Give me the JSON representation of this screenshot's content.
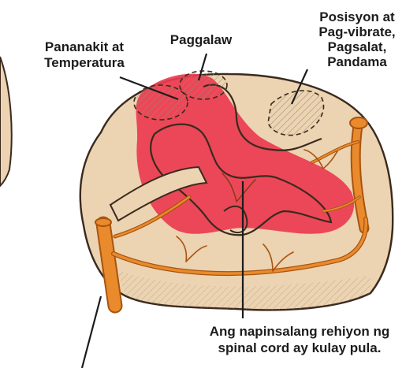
{
  "labels": {
    "pain_temperature": "Pananakit at\nTemperatura",
    "movement": "Paggalaw",
    "position_vibration": "Posisyon at\nPag-vibrate,\nPagsalat,\nPandama",
    "damaged_region": "Ang napinsalang rehiyon ng\nspinal cord ay kulay pula."
  },
  "colors": {
    "tissue": "#ecd3b1",
    "tissue_outline": "#3a2a1e",
    "damage": "#ea3b50",
    "artery": "#e98a2c",
    "artery_dark": "#a85410",
    "hatch": "#9c8a74"
  }
}
